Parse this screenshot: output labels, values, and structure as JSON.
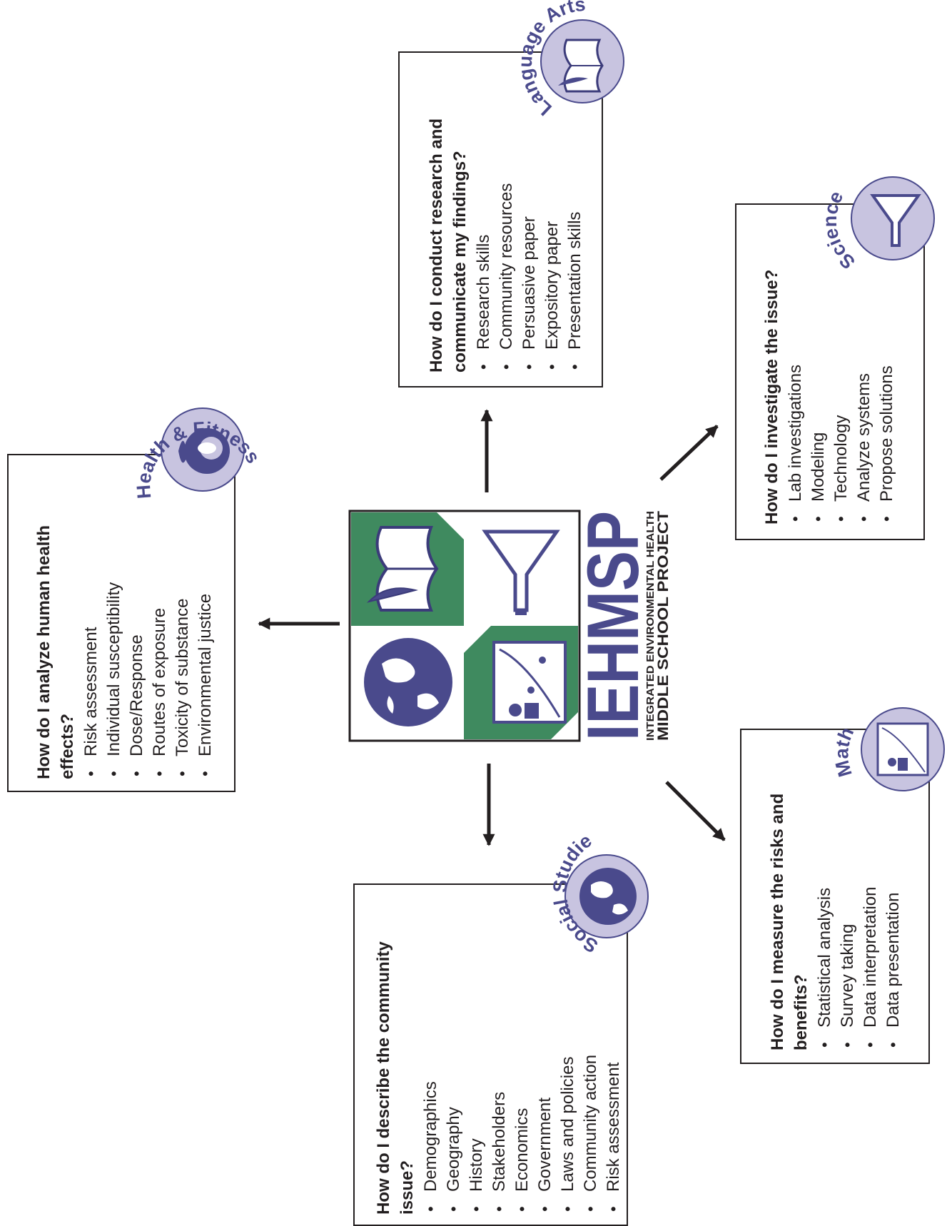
{
  "diagram": {
    "center_logo": {
      "acronym": "IEHMSP",
      "subtitle_line1": "INTEGRATED ENVIRONMENTAL HEALTH",
      "subtitle_line2": "MIDDLE SCHOOL PROJECT"
    },
    "subjects": {
      "health": {
        "badge": "Health & Fitness",
        "question": "How do I analyze human health effects?",
        "items": [
          "Risk assessment",
          "Individual susceptibility",
          "Dose/Response",
          "Routes of exposure",
          "Toxicity of substance",
          "Environmental justice"
        ]
      },
      "language_arts": {
        "badge": "Language Arts",
        "question": "How do I conduct research and communicate my findings?",
        "items": [
          "Research skills",
          "Community resources",
          "Persuasive paper",
          "Expository paper",
          "Presentation skills"
        ]
      },
      "science": {
        "badge": "Science",
        "question": "How do I investigate the issue?",
        "items": [
          "Lab investigations",
          "Modeling",
          "Technology",
          "Analyze systems",
          "Propose solutions"
        ]
      },
      "math": {
        "badge": "Math",
        "question": "How do I measure the risks and benefits?",
        "items": [
          "Statistical analysis",
          "Survey taking",
          "Data interpretation",
          "Data presentation"
        ]
      },
      "social_studies": {
        "badge": "Social Studies",
        "question": "How do I describe the community issue?",
        "items": [
          "Demographics",
          "Geography",
          "History",
          "Stakeholders",
          "Economics",
          "Government",
          "Laws and policies",
          "Community action",
          "Risk assessment"
        ]
      }
    },
    "colors": {
      "purple": "#4a4a8c",
      "lavender": "#c8c4e0",
      "green": "#3f8a5f",
      "ink": "#231f20"
    }
  }
}
